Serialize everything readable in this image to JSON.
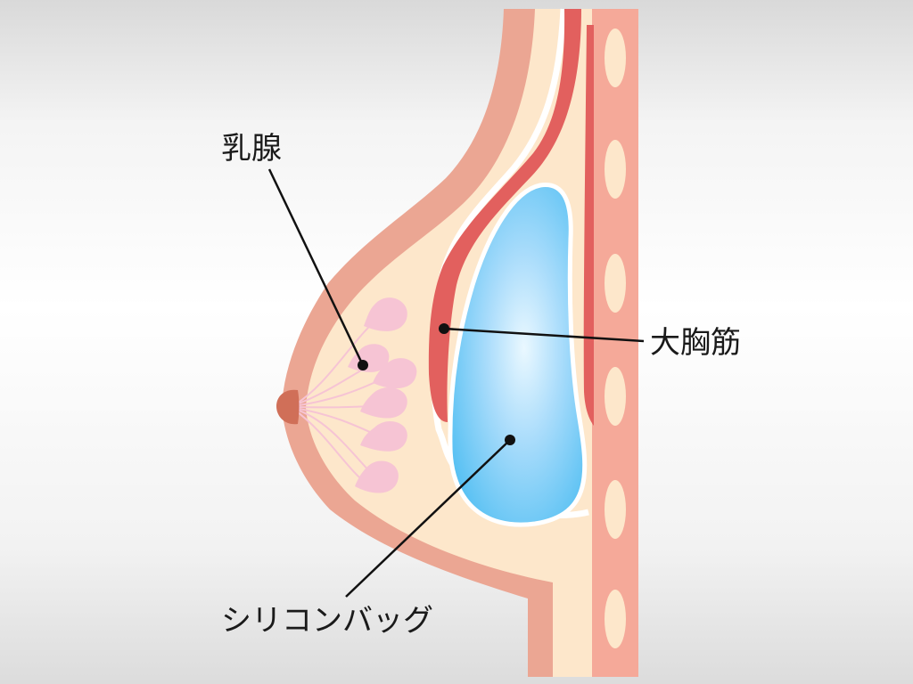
{
  "labels": {
    "mammary_gland": "乳腺",
    "pectoralis_major": "大胸筋",
    "silicone_bag": "シリコンバッグ"
  },
  "colors": {
    "skin_outer": "#eba693",
    "skin_fill": "#fde7cb",
    "muscle": "#e2605e",
    "muscle_pale": "#f3a898",
    "rib_wall": "#f5a999",
    "rib_bone": "#fde7cb",
    "gland": "#f6c4d4",
    "nipple": "#d06f58",
    "implant_center": "#e6f6ff",
    "implant_edge": "#5ec4f5",
    "leader_line": "#111111"
  }
}
